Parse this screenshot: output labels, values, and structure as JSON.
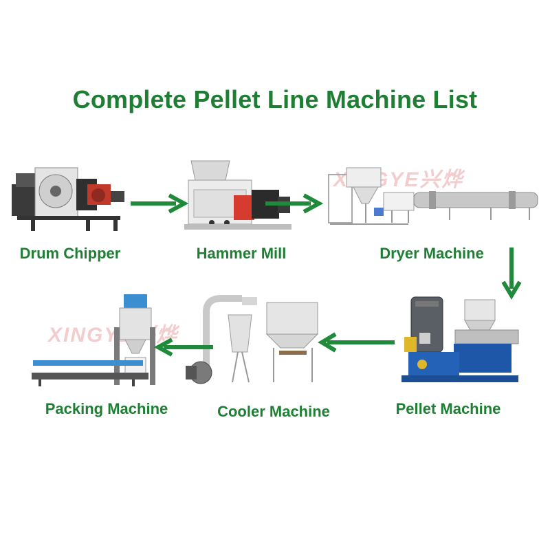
{
  "title": "Complete Pellet Line Machine List",
  "watermark": {
    "text": "XINGYE兴烨"
  },
  "machines": [
    {
      "label": "Drum Chipper"
    },
    {
      "label": "Hammer Mill"
    },
    {
      "label": "Dryer Machine"
    },
    {
      "label": "Pellet Machine"
    },
    {
      "label": "Cooler Machine"
    },
    {
      "label": "Packing Machine"
    }
  ],
  "colors": {
    "title": "#1e7f34",
    "label": "#1e7f34",
    "arrow": "#1f8a3a",
    "watermark": "#d23c3c"
  },
  "icons": [
    "drum-chipper-image",
    "hammer-mill-image",
    "dryer-machine-image",
    "pellet-machine-image",
    "cooler-machine-image",
    "packing-machine-image",
    "flow-arrow-icon"
  ]
}
